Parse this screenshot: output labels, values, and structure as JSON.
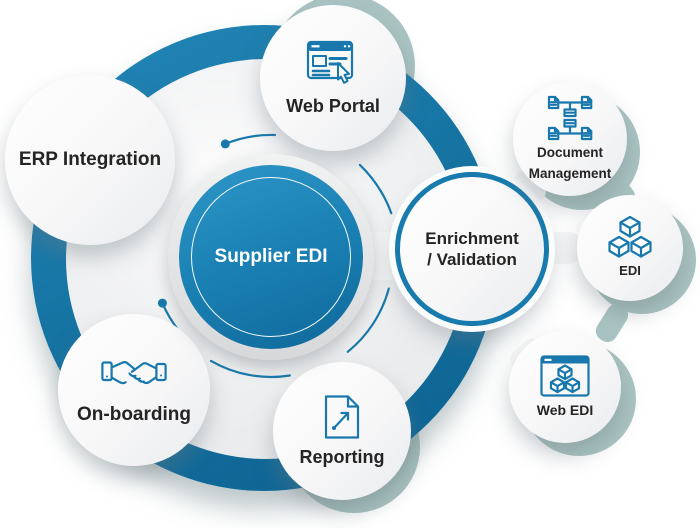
{
  "diagram": {
    "center": {
      "label": "Supplier EDI"
    },
    "nodes": {
      "web_portal": {
        "label": "Web Portal",
        "icon": "browser-cursor-icon"
      },
      "erp": {
        "label": "ERP Integration"
      },
      "enrichment": {
        "line1": "Enrichment",
        "line2": "/ Validation"
      },
      "onboarding": {
        "label": "On-boarding",
        "icon": "handshake-icon"
      },
      "reporting": {
        "label": "Reporting",
        "icon": "document-arrow-icon"
      },
      "document_management": {
        "line1": "Document",
        "line2": "Management",
        "icon": "document-network-icon"
      },
      "edi": {
        "label": "EDI",
        "icon": "cubes-icon"
      },
      "web_edi": {
        "label": "Web EDI",
        "icon": "browser-cubes-icon"
      }
    },
    "colors": {
      "outer_ring_blue": "#15729f",
      "center_blue": "#1a7fb2",
      "icon_stroke_blue": "#1878ad",
      "arc_blue": "#1879ac",
      "teal_shadow": "#a9c4c2",
      "label_text": "#242424",
      "inner_disc_gray": "#eceded"
    }
  }
}
